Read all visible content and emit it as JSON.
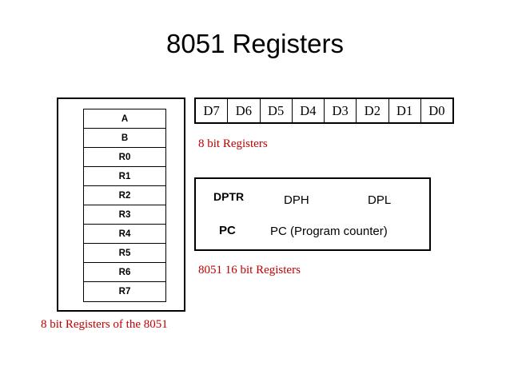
{
  "title": "8051 Registers",
  "left_panel": {
    "registers": [
      {
        "label": "A"
      },
      {
        "label": "B"
      },
      {
        "label": "R0"
      },
      {
        "label": "R1"
      },
      {
        "label": "R2"
      },
      {
        "label": "R3"
      },
      {
        "label": "R4"
      },
      {
        "label": "R5"
      },
      {
        "label": "R6"
      },
      {
        "label": "R7"
      }
    ],
    "caption": "8 bit Registers of the 8051"
  },
  "bit_row": {
    "bits": [
      "D7",
      "D6",
      "D5",
      "D4",
      "D3",
      "D2",
      "D1",
      "D0"
    ],
    "caption": "8 bit Registers"
  },
  "wide_registers": {
    "dptr_label": "DPTR",
    "dph_label": "DPH",
    "dpl_label": "DPL",
    "pc_label": "PC",
    "pc_description": "PC (Program counter)",
    "caption": "8051 16 bit Registers"
  },
  "colors": {
    "caption_red": "#c00000",
    "outline": "#000000",
    "background": "#ffffff"
  }
}
